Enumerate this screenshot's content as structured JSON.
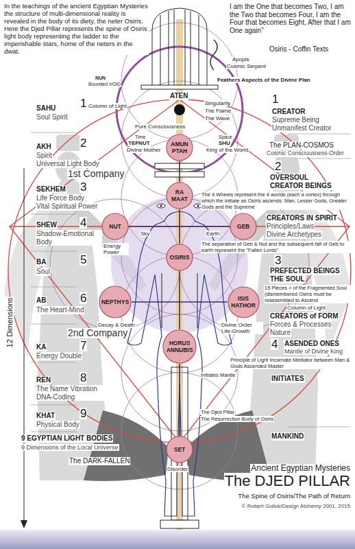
{
  "diagram": {
    "title": "The DJED PILLAR",
    "nodes": [
      {
        "text": [
          "AMUN",
          "PTAH"
        ]
      },
      {
        "text": [
          "RA",
          "MAAT"
        ]
      },
      {
        "text": [
          "NUT"
        ]
      },
      {
        "text": [
          "GEB"
        ]
      },
      {
        "text": [
          "OSIRIS"
        ]
      },
      {
        "text": [
          "NEPTHYS"
        ]
      },
      {
        "text": [
          "ISIS",
          "HATHOR"
        ]
      },
      {
        "text": [
          "HORUS",
          "ANNUBIS"
        ]
      },
      {
        "text": [
          "SET"
        ]
      }
    ],
    "edges": [
      {
        "from": 0,
        "to": 1,
        "arrow": "none"
      },
      {
        "from": 1,
        "to": 4,
        "arrow": "none"
      },
      {
        "from": 2,
        "to": 3,
        "arrow": "none"
      },
      {
        "from": 4,
        "to": 7,
        "arrow": "none"
      },
      {
        "from": 5,
        "to": 6,
        "arrow": "none"
      },
      {
        "from": 7,
        "to": 8,
        "arrow": "none"
      }
    ],
    "labels": [
      "In the teachings of the ancient Egyptian Mysteries the structure of multi-dimensional reality is revealed in the body of its diety, the neter Osiris. Here the Djed Pillar represents the spine of Osiris light body representing the ladder to the imperishable stars, home of the neters in the dwat.",
      "I am the One that becomes Two, I am the Two that becomes Four, I am the Four that becomes Eight, After that I am One again”",
      "Osiris - Coffin Texts",
      "NUN",
      "Bounded VOID",
      "Apopis",
      "Cosmic Serpent",
      "Feathers Aspects of the Divine Plan",
      "ATEN",
      "Column of Light",
      "Singularity",
      "The Flame",
      "The Wave",
      "Pure Consciousness",
      "Time",
      "TEFNUT",
      "Divine Mother",
      "Space",
      "SHU",
      "King of the World",
      "SAHU",
      "1",
      "Soul Spirit",
      "1",
      "CREATOR",
      "Supreme Being",
      "Unmanifest Creator",
      "AKH",
      "2",
      "Spirit",
      "Universal Light Body",
      "The PLAN-COSMOS",
      "Cosmic Consciousness-Order",
      "1st Company",
      "SEKHEM",
      "3",
      "Life Force Body",
      "Vital Spiritual Power",
      "2",
      "OVERSOUL",
      "CREATOR BEINGS",
      "The 4 Wheels represent the 4 worlds (each a vortex) through which the initiate as Osiris ascends: Man, Lesser Gods, Greater Gods and the Supreme",
      "Sky",
      "Earth",
      "SHEW",
      "4",
      "Shadow-Emotional Body",
      "Energy Power",
      "CREATORS IN SPIRIT",
      "Principles/Laws",
      "Divine Archetypes",
      "The separation of Geb & Nut and the subsequent fall of Geb to earth represent the \"Fallen Lords\"",
      "BA",
      "5",
      "Soul",
      "3",
      "PREFECTED BEINGS",
      "THE SOUL",
      "15 Pieces = of the Fragmented Soul (dismembered Osiris must be reassembled to Ascend",
      "AB",
      "6",
      "The Heart-Mind",
      "Decay & Death",
      "Divine Order Life-Growth",
      "Column of Light",
      "CREATORS of FORM",
      "Forces & Processes",
      "Nature",
      "2nd Company",
      "KA",
      "7",
      "Energy Double",
      "4",
      "ASENDED ONES",
      "Mantle of Divine King",
      "Principle of Light Incarnate Mediator between Man & Gods Ascended Master",
      "Initiates Mantle",
      "REN",
      "8",
      "The Name Vibration DNA-Coding",
      "INITIATES",
      "The Djed Pillar",
      "The Resurrection Body of Osiris",
      "KHAT",
      "9",
      "Physical Body",
      "MANKIND",
      "9 EGYPTIAN LIGHT BODIES",
      "9 Dimensions of the Local Universe",
      "The DARK-FALLEN",
      "Disorder",
      "12 Dimensions",
      "Ancient Egyptian Mysteries",
      "The Spine of Osiris/The Path of Return",
      "© Robert Gulick/Design Alchemy 2001, 2015"
    ]
  }
}
